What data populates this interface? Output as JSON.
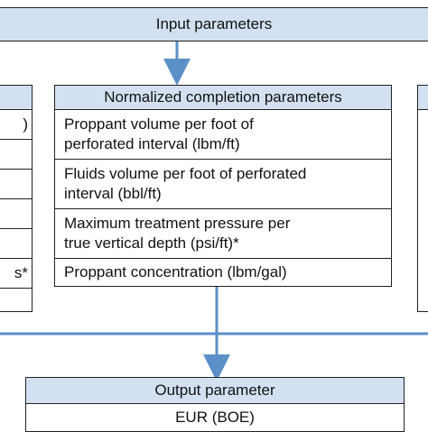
{
  "top": {
    "title": "Input parameters"
  },
  "left_panel": {
    "visible_fragments": [
      ")",
      "s*"
    ]
  },
  "middle_panel": {
    "header": "Normalized completion parameters",
    "rows": [
      [
        "Proppant volume per foot of",
        "perforated interval (lbm/ft)"
      ],
      [
        "Fluids volume per foot of perforated",
        "interval (bbl/ft)"
      ],
      [
        "Maximum treatment pressure per",
        "true vertical depth (psi/ft)*"
      ],
      [
        "Proppant concentration (lbm/gal)"
      ]
    ]
  },
  "output": {
    "header": "Output parameter",
    "value": "EUR (BOE)"
  },
  "colors": {
    "header_fill": "#d3e0f1",
    "arrow": "#5b8fc7",
    "border": "#222222"
  }
}
